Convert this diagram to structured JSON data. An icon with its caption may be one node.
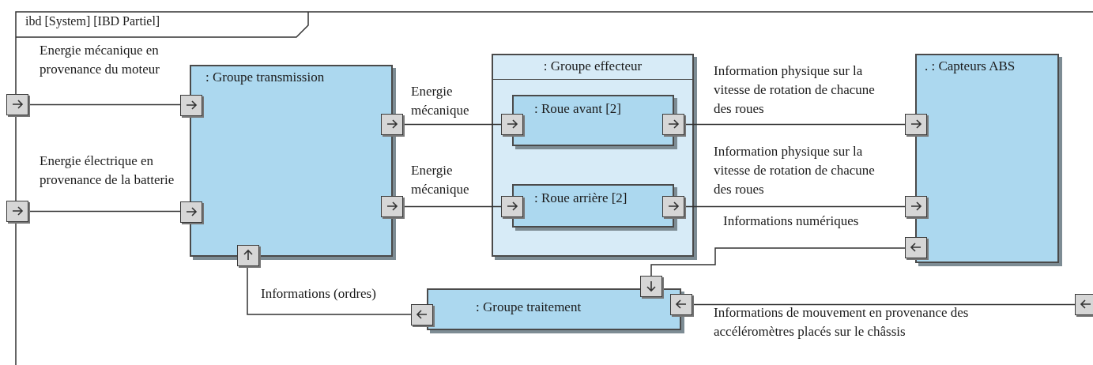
{
  "diagram": {
    "title": "ibd [System] [IBD Partiel]",
    "nodes": [
      {
        "text": [],
        "shape": "box"
      },
      {
        "text": [],
        "shape": "box"
      },
      {
        "text": [
          ": Groupe transmission"
        ]
      },
      {
        "text": [],
        "shape": "box"
      },
      {
        "text": [],
        "shape": "box"
      },
      {
        "text": [],
        "shape": "box"
      },
      {
        "text": [],
        "shape": "box"
      },
      {
        "text": [],
        "shape": "box"
      },
      {
        "text": [
          ": Groupe effecteur"
        ]
      },
      {
        "text": [
          ": Roue avant [2]"
        ],
        "in": 8
      },
      {
        "text": [],
        "shape": "box",
        "in": 8
      },
      {
        "text": [],
        "shape": "box",
        "in": 8
      },
      {
        "text": [
          ": Roue arrière [2]"
        ],
        "in": 8
      },
      {
        "text": [],
        "shape": "box",
        "in": 8
      },
      {
        "text": [],
        "shape": "box",
        "in": 8
      },
      {
        "text": [
          ". : Capteurs ABS"
        ]
      },
      {
        "text": [],
        "shape": "box"
      },
      {
        "text": [],
        "shape": "box"
      },
      {
        "text": [],
        "shape": "box"
      },
      {
        "text": [
          ": Groupe traitement"
        ]
      },
      {
        "text": [],
        "shape": "box"
      },
      {
        "text": [],
        "shape": "box"
      },
      {
        "text": [],
        "shape": "box"
      },
      {
        "text": [],
        "shape": "box"
      }
    ],
    "edges": [
      {
        "from": 0,
        "to": 3,
        "arrow": "none",
        "label": "Energie mécanique en provenance du moteur"
      },
      {
        "from": 1,
        "to": 4,
        "arrow": "none",
        "label": "Energie électrique en provenance de la batterie"
      },
      {
        "from": 5,
        "to": 10,
        "arrow": "none",
        "label": "Energie mécanique"
      },
      {
        "from": 6,
        "to": 13,
        "arrow": "none",
        "label": "Energie mécanique"
      },
      {
        "from": 11,
        "to": 16,
        "arrow": "none",
        "label": "Information physique sur la vitesse de rotation de chacune des roues"
      },
      {
        "from": 14,
        "to": 17,
        "arrow": "none",
        "label": "Information physique sur la vitesse de rotation de chacune des roues"
      },
      {
        "from": 18,
        "to": 20,
        "arrow": "none",
        "label": "Informations numériques"
      },
      {
        "from": 21,
        "to": 7,
        "arrow": "none",
        "label": "Informations (ordres)"
      },
      {
        "from": 23,
        "to": 22,
        "arrow": "none",
        "label": "Informations de mouvement en provenance des accéléromètres placés sur le châssis"
      }
    ]
  }
}
